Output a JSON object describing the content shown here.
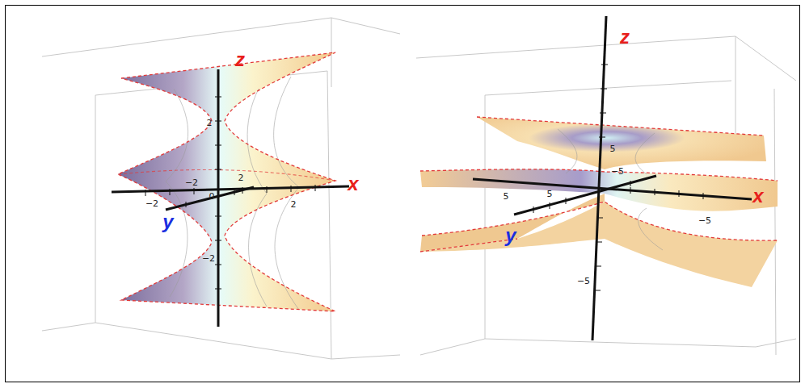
{
  "diagram": {
    "labels": [
      "z",
      "2",
      "−2",
      "2",
      "0",
      "x",
      "2",
      "y",
      "−2",
      "−2",
      "z",
      "5",
      "−5",
      "x",
      "5",
      "5",
      "−5",
      "y",
      "−5"
    ]
  }
}
